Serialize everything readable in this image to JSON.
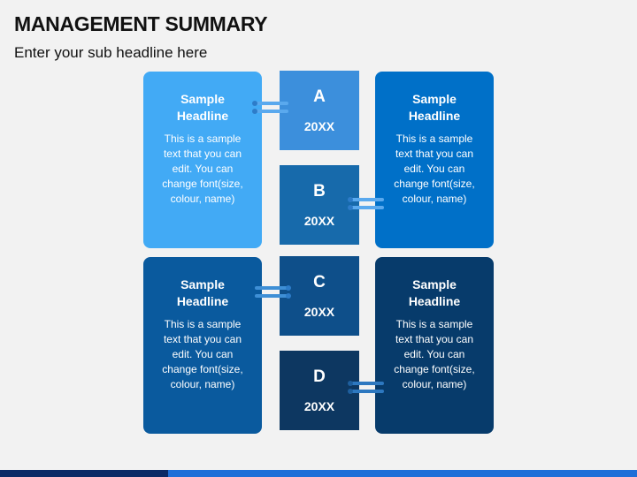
{
  "header": {
    "title": "MANAGEMENT SUMMARY",
    "subtitle": "Enter your sub headline here"
  },
  "cards": [
    {
      "headline": "Sample Headline",
      "body": "This is a sample text that you can edit. You can change font(size, colour, name)",
      "color": "#42aaf5"
    },
    {
      "headline": "Sample Headline",
      "body": "This is a sample text that you can edit. You can change font(size, colour, name)",
      "color": "#0070c8"
    },
    {
      "headline": "Sample Headline",
      "body": "This is a sample text that you can edit. You can change font(size, colour, name)",
      "color": "#0a5a9e"
    },
    {
      "headline": "Sample Headline",
      "body": "This is a sample text that you can edit. You can change font(size, colour, name)",
      "color": "#073b6b"
    }
  ],
  "tiles": [
    {
      "letter": "A",
      "year": "20XX",
      "color": "#3c8fdc"
    },
    {
      "letter": "B",
      "year": "20XX",
      "color": "#176aab"
    },
    {
      "letter": "C",
      "year": "20XX",
      "color": "#0e4f8a"
    },
    {
      "letter": "D",
      "year": "20XX",
      "color": "#0d3761"
    }
  ],
  "colors": {
    "background": "#f2f2f2",
    "connector": "#5aa9ee",
    "bar_dark": "#0b2a66",
    "bar_blue": "#1e6fd8"
  }
}
